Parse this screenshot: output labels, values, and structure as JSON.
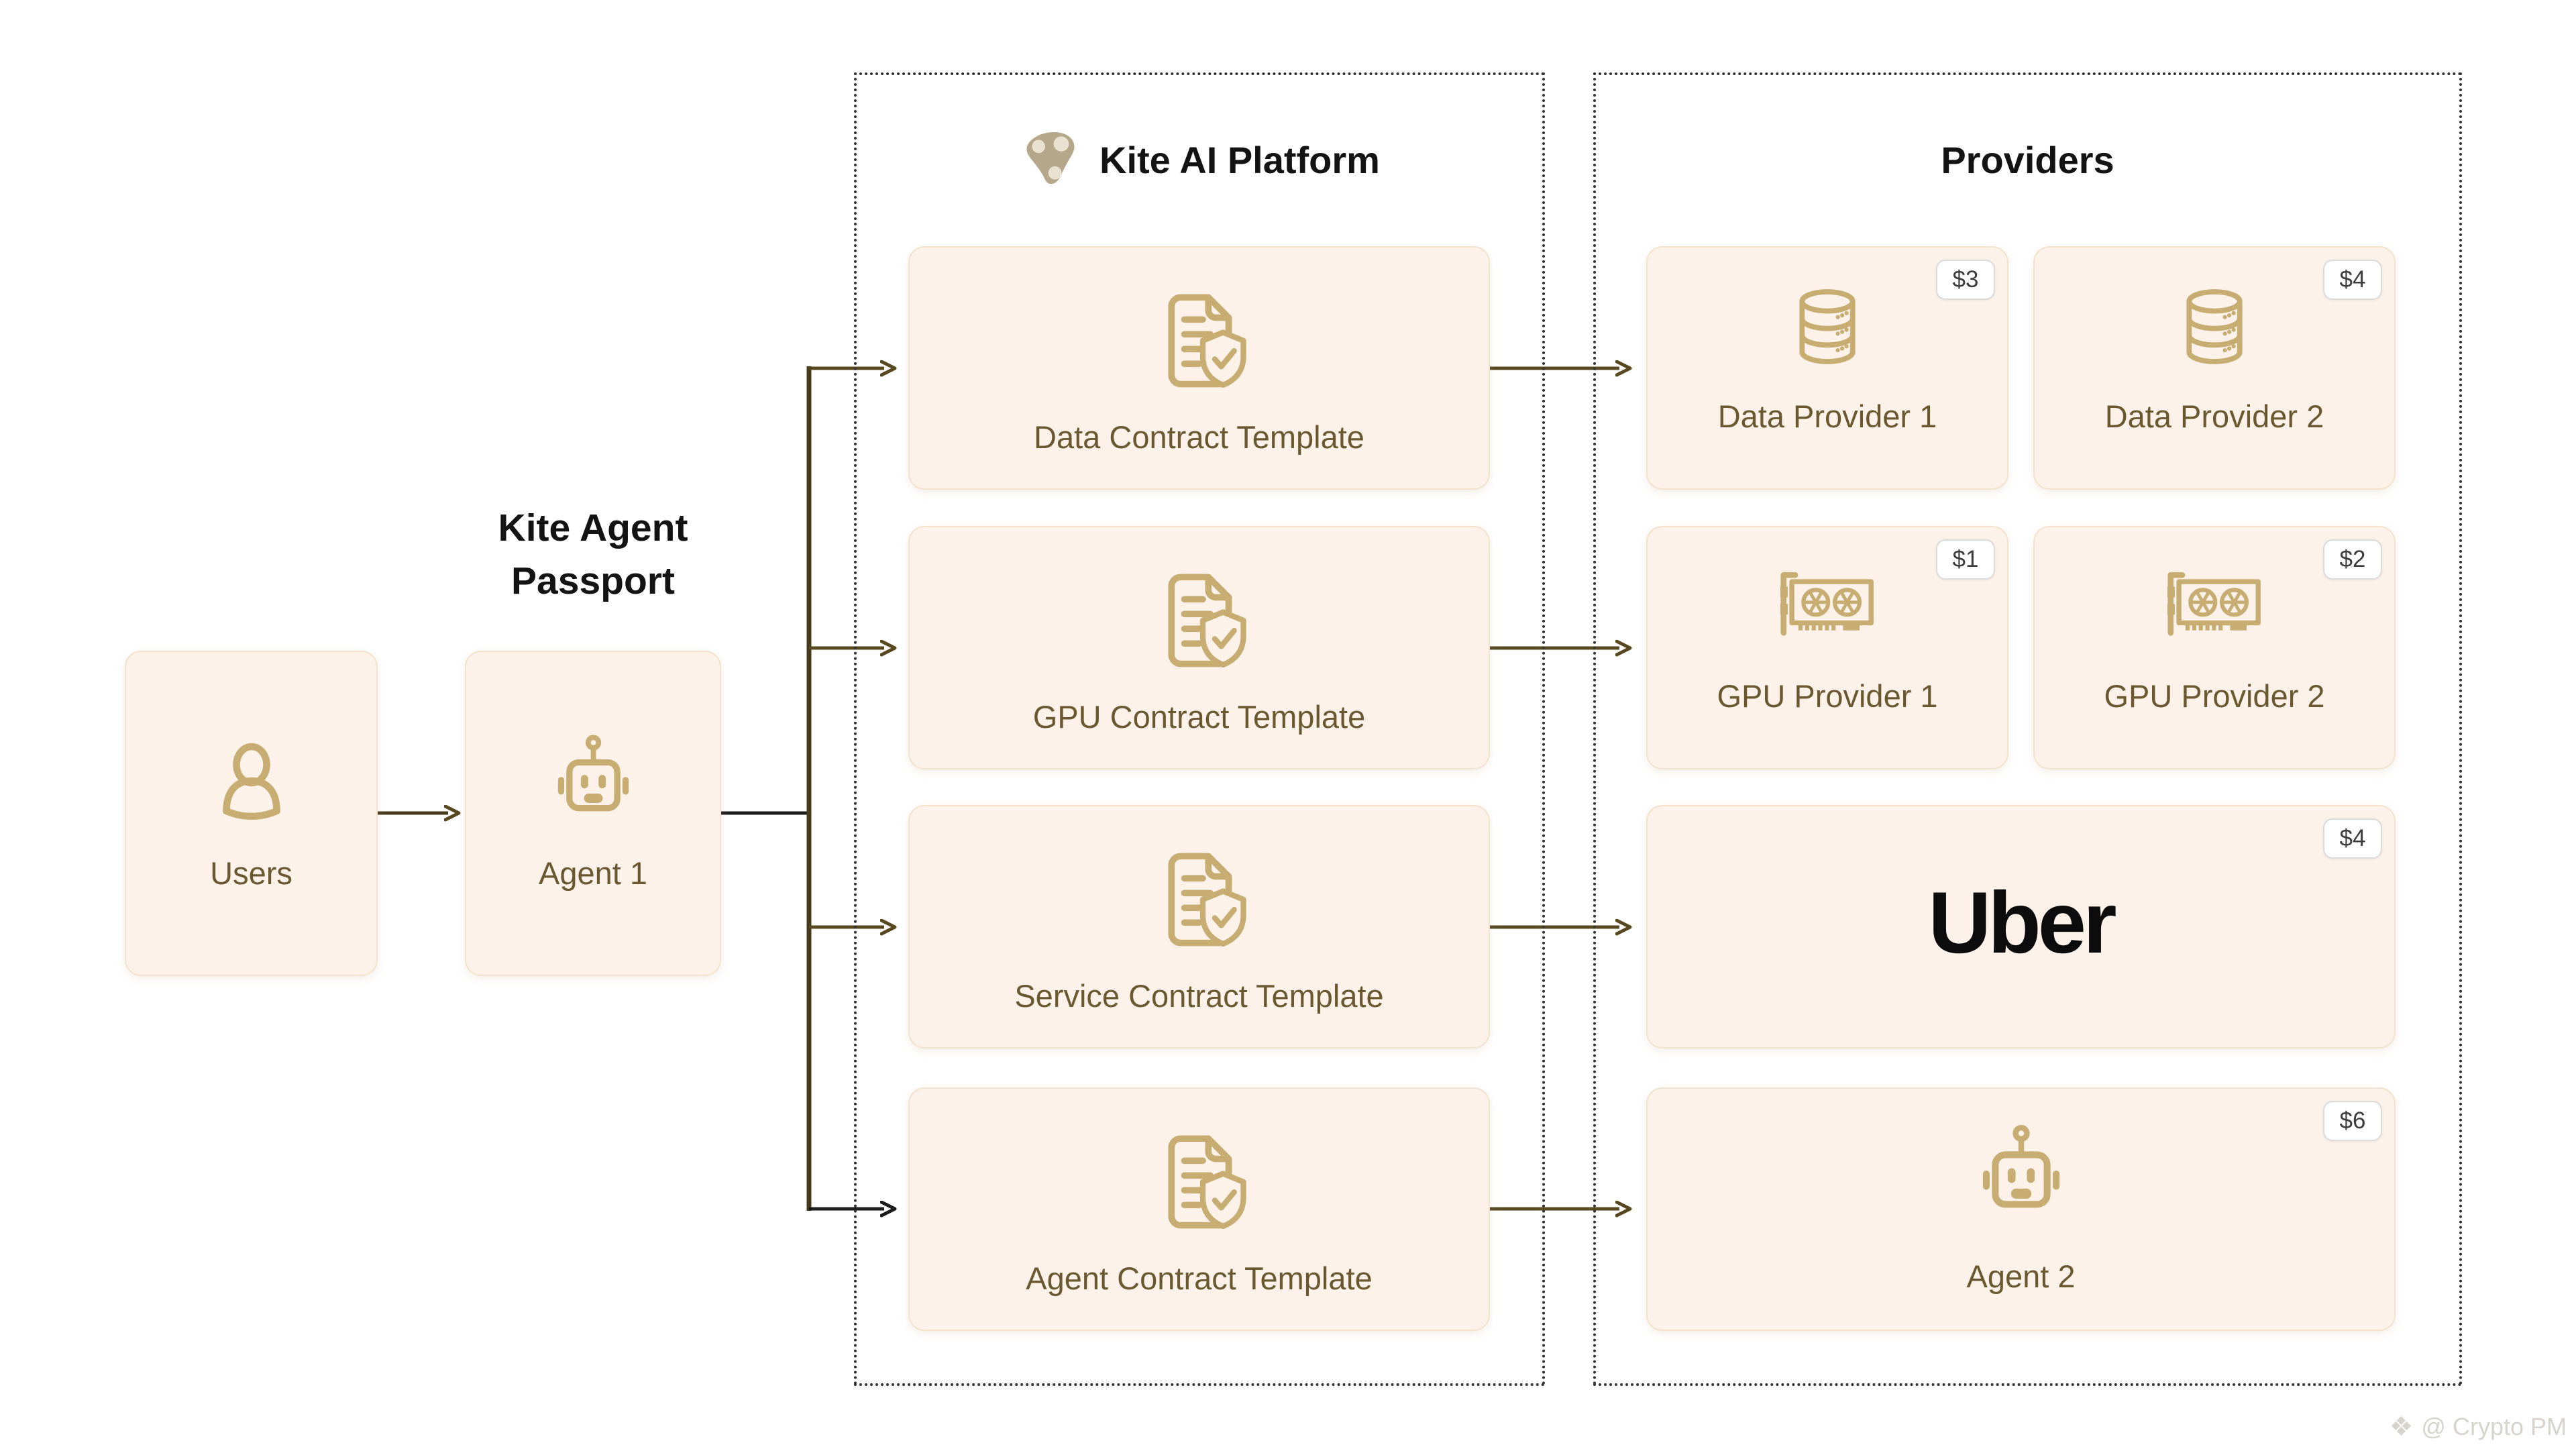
{
  "left_flow": {
    "passport_title": "Kite Agent Passport",
    "users_card": {
      "label": "Users",
      "icon": "person-icon"
    },
    "agent_card": {
      "label": "Agent 1",
      "icon": "robot-icon"
    }
  },
  "platform": {
    "title": "Kite AI Platform",
    "logo_icon": "kite-logo-icon",
    "cards": [
      {
        "label": "Data Contract Template",
        "icon": "contract-shield-icon"
      },
      {
        "label": "GPU Contract Template",
        "icon": "contract-shield-icon"
      },
      {
        "label": "Service Contract Template",
        "icon": "contract-shield-icon"
      },
      {
        "label": "Agent Contract Template",
        "icon": "contract-shield-icon"
      }
    ]
  },
  "providers": {
    "title": "Providers",
    "cards": [
      {
        "label": "Data Provider 1",
        "price": "$3",
        "icon": "database-icon"
      },
      {
        "label": "Data Provider 2",
        "price": "$4",
        "icon": "database-icon"
      },
      {
        "label": "GPU Provider 1",
        "price": "$1",
        "icon": "gpu-icon"
      },
      {
        "label": "GPU Provider 2",
        "price": "$2",
        "icon": "gpu-icon"
      },
      {
        "label": "Uber",
        "price": "$4",
        "icon": "uber-wordmark"
      },
      {
        "label": "Agent 2",
        "price": "$6",
        "icon": "robot-icon"
      }
    ]
  },
  "watermark": {
    "icon": "diamond-logo-icon",
    "text": "@ Crypto PM"
  },
  "colors": {
    "card_background": "#FCF2E9",
    "card_border": "#F3E3CE",
    "icon_accent": "#C7AD71",
    "card_label": "#6A5930",
    "title": "#131313",
    "arrow_olive": "#57481F",
    "arrow_dark": "#1C1C1C",
    "badge_border": "#DBDBDB",
    "badge_text": "#3C3C3C",
    "watermark_gray": "#D7D4CE"
  }
}
